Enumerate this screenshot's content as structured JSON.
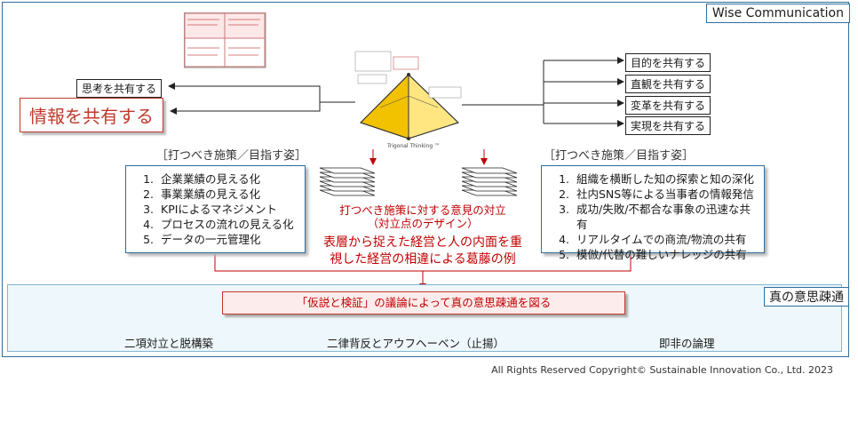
{
  "brand": "Wise Communication",
  "left_tag": "思考を共有する",
  "left_big": "情報を共有する",
  "right_tags": [
    "目的を共有する",
    "直観を共有する",
    "変革を共有する",
    "実現を共有する"
  ],
  "left_heading": "［打つべき施策／目指す姿］",
  "right_heading": "［打つべき施策／目指す姿］",
  "left_list": [
    "企業業績の見える化",
    "事業業績の見える化",
    "KPIによるマネジメント",
    "プロセスの流れの見える化",
    "データの一元管理化"
  ],
  "right_list": [
    "組織を横断した知の探索と知の深化",
    "社内SNS等による当事者の情報発信",
    "成功/失敗/不都合な事象の迅速な共有",
    "リアルタイムでの商流/物流の共有",
    "模倣/代替の難しいナレッジの共有"
  ],
  "center_caption_1": "打つべき施策に対する意見の対立",
  "center_caption_2": "（対立点のデザイン）",
  "center_main_1": "表層から捉えた経営と人の内面を重",
  "center_main_2": "視した経営の相違による葛藤の例",
  "pyramid_label": "Trigonal Thinking ™",
  "band_title": "真の意思疎通",
  "hypothesis": "「仮説と検証」の議論によって真の意思疎通を図る",
  "bottom_items": [
    "二項対立と脱構築",
    "二律背反とアウフヘーベン（止揚）",
    "即非の論理"
  ],
  "copyright": "All Rights Reserved Copyright© Sustainable Innovation Co., Ltd. 2023"
}
